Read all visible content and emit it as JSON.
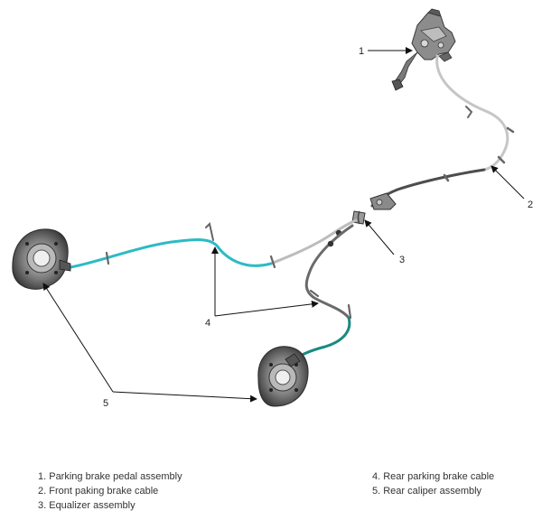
{
  "callouts": {
    "n1": "1",
    "n2": "2",
    "n3": "3",
    "n4": "4",
    "n5": "5"
  },
  "legend": {
    "left": [
      "1. Parking brake pedal assembly",
      "2. Front paking brake cable",
      "3. Equalizer assembly"
    ],
    "right": [
      "4. Rear parking brake cable",
      "5. Rear caliper assembly"
    ]
  },
  "colors": {
    "rear_cable": "#2bbbc4",
    "rear_cable_dark": "#1a8a82",
    "front_cable": "#505050",
    "front_cable_light": "#bfbfbf",
    "metal": "#6e6e6e",
    "leader": "#111111"
  }
}
